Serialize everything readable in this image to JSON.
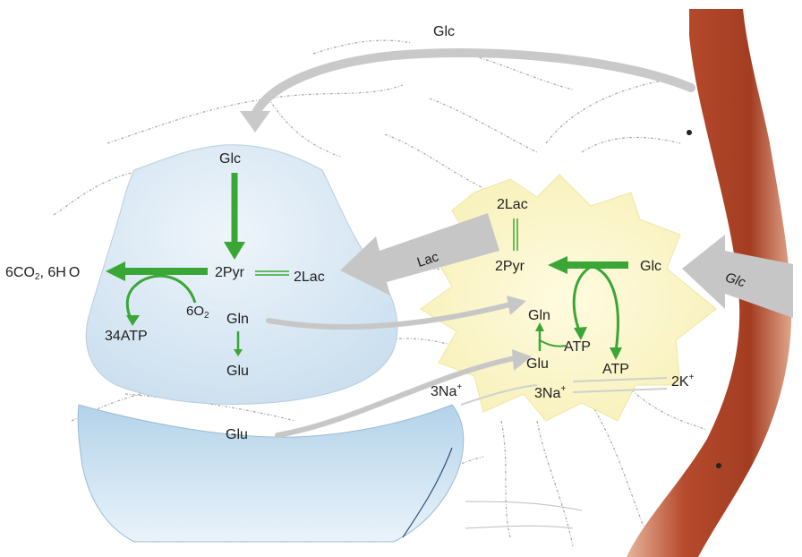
{
  "colors": {
    "neuron_fill": "#d6e6f2",
    "postsynaptic_fill": "#c4dcec",
    "astrocyte_fill": "#fbf6c8",
    "vessel_fill": "#b64a2c",
    "green_arrow": "#3aa635",
    "grey_arrow": "#bcbcbc"
  },
  "labels": {
    "glc_top": "Glc",
    "neuron_glc": "Glc",
    "neuron_2pyr": "2Pyr",
    "neuron_2lac": "2Lac",
    "neuron_co2_a": "6CO",
    "neuron_co2_sub": "2",
    "neuron_co2_b": ", 6H",
    "neuron_co2_c": "O",
    "neuron_6o2_a": "6O",
    "neuron_6o2_sub": "2",
    "neuron_34atp": "34ATP",
    "neuron_gln": "Gln",
    "neuron_glu": "Glu",
    "synapse_glu": "Glu",
    "lac_arrow": "Lac",
    "astro_2lac": "2Lac",
    "astro_2pyr": "2Pyr",
    "astro_glc": "Glc",
    "vessel_glc": "Glc",
    "astro_gln": "Gln",
    "astro_glu": "Glu",
    "astro_atp_left": "ATP",
    "astro_atp_right": "ATP",
    "na_left_a": "3Na",
    "na_left_sup": "+",
    "na_right_a": "3Na",
    "na_right_sup": "+",
    "k_a": "2K",
    "k_sup": "+"
  }
}
